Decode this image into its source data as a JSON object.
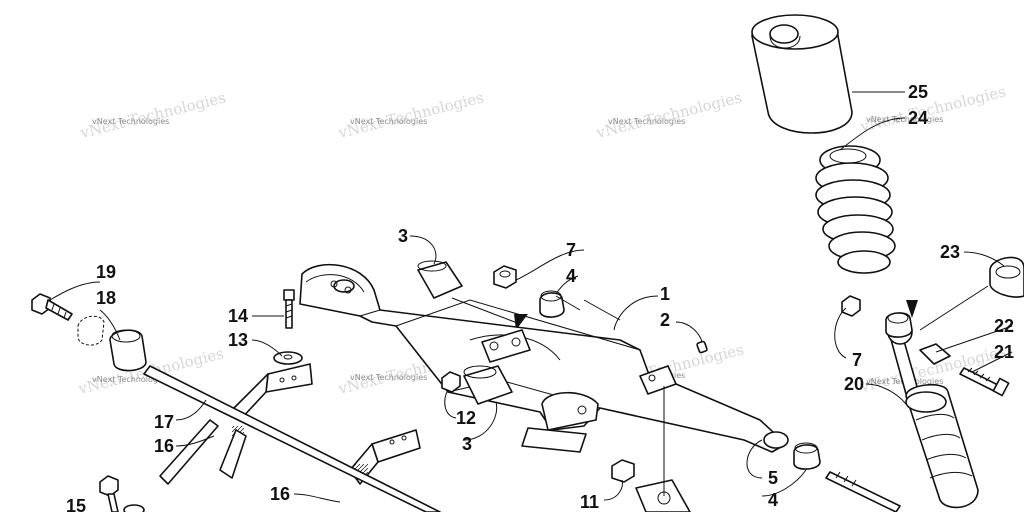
{
  "diagram": {
    "callouts": [
      {
        "id": "c25",
        "label": "25"
      },
      {
        "id": "c24",
        "label": "24"
      },
      {
        "id": "c23",
        "label": "23"
      },
      {
        "id": "c22",
        "label": "22"
      },
      {
        "id": "c21",
        "label": "21"
      },
      {
        "id": "c20",
        "label": "20"
      },
      {
        "id": "c19",
        "label": "19"
      },
      {
        "id": "c18",
        "label": "18"
      },
      {
        "id": "c17",
        "label": "17"
      },
      {
        "id": "c16a",
        "label": "16"
      },
      {
        "id": "c16b",
        "label": "16"
      },
      {
        "id": "c15",
        "label": "15"
      },
      {
        "id": "c14",
        "label": "14"
      },
      {
        "id": "c13",
        "label": "13"
      },
      {
        "id": "c12",
        "label": "12"
      },
      {
        "id": "c11",
        "label": "11"
      },
      {
        "id": "c7a",
        "label": "7"
      },
      {
        "id": "c7b",
        "label": "7"
      },
      {
        "id": "c5",
        "label": "5"
      },
      {
        "id": "c4a",
        "label": "4"
      },
      {
        "id": "c4b",
        "label": "4"
      },
      {
        "id": "c3a",
        "label": "3"
      },
      {
        "id": "c3b",
        "label": "3"
      },
      {
        "id": "c2",
        "label": "2"
      },
      {
        "id": "c1",
        "label": "1"
      }
    ],
    "watermark": {
      "text": "vNext Technologies"
    }
  }
}
